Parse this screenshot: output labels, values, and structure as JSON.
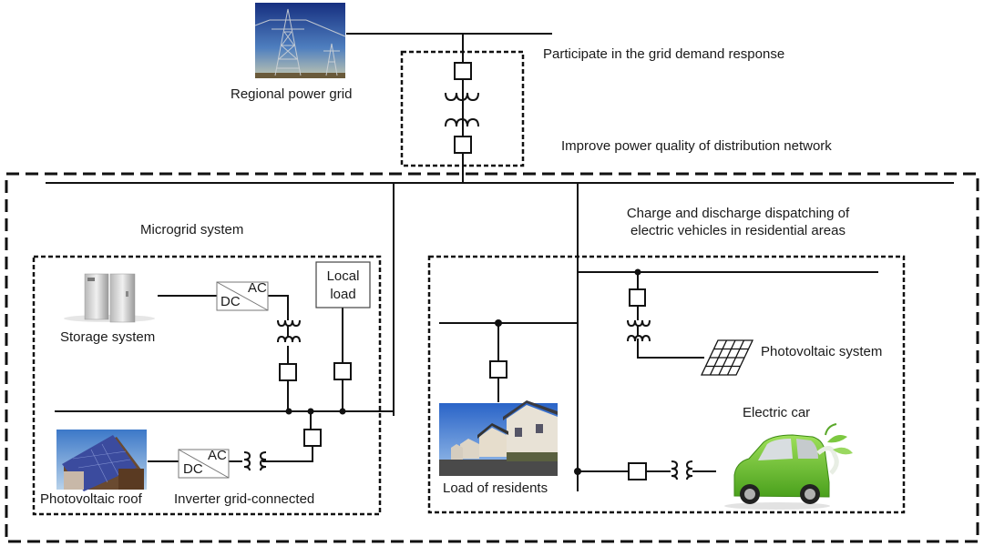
{
  "labels": {
    "regional_grid": "Regional power grid",
    "demand_response": "Participate in the grid demand response",
    "power_quality": "Improve power quality of distribution network",
    "microgrid_system": "Microgrid system",
    "ev_dispatch_line1": "Charge and discharge dispatching of",
    "ev_dispatch_line2": "electric vehicles in residential areas",
    "storage_system": "Storage system",
    "local_load_line1": "Local",
    "local_load_line2": "load",
    "photovoltaic_roof": "Photovoltaic roof",
    "inverter": "Inverter grid-connected",
    "photovoltaic_system": "Photovoltaic system",
    "load_of_residents": "Load of residents",
    "electric_car": "Electric car"
  },
  "converter": {
    "dc": "DC",
    "ac": "AC"
  },
  "colors": {
    "line": "#111111",
    "sky_top": "#1a3a8a",
    "sky_bottom": "#8fb4d8",
    "car_green": "#6cc22c",
    "roof_panel": "#3a4a9a"
  }
}
